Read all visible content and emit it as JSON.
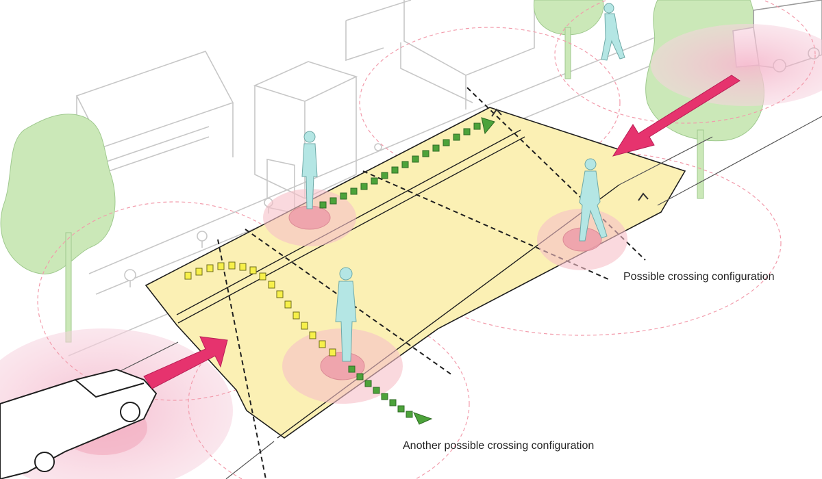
{
  "annotations": {
    "crossing_label": "Possible crossing configuration",
    "alt_crossing_label": "Another possible crossing configuration"
  },
  "colors": {
    "crossing_area": "#fbf0b4",
    "crossing_outline": "#1f1f1f",
    "pedestrian": "#b4e6e4",
    "pedestrian_zone": "#f6c0c8",
    "pedestrian_zone_core": "#ee9eaa",
    "vehicle_arrow": "#e6336e",
    "vehicle_zone": "#f7cfdc",
    "path_green": "#4ca33a",
    "path_yellow": "#f7f04a",
    "tree": "#cbe8b8",
    "building_line": "#c7c7c7",
    "dashed_circle": "#f29bab",
    "dashed_line": "#1f1f1f"
  },
  "icons": [
    "tree",
    "building",
    "car",
    "truck",
    "pedestrian",
    "vehicle-arrow",
    "walking-path-arrow",
    "mountable-curb"
  ]
}
